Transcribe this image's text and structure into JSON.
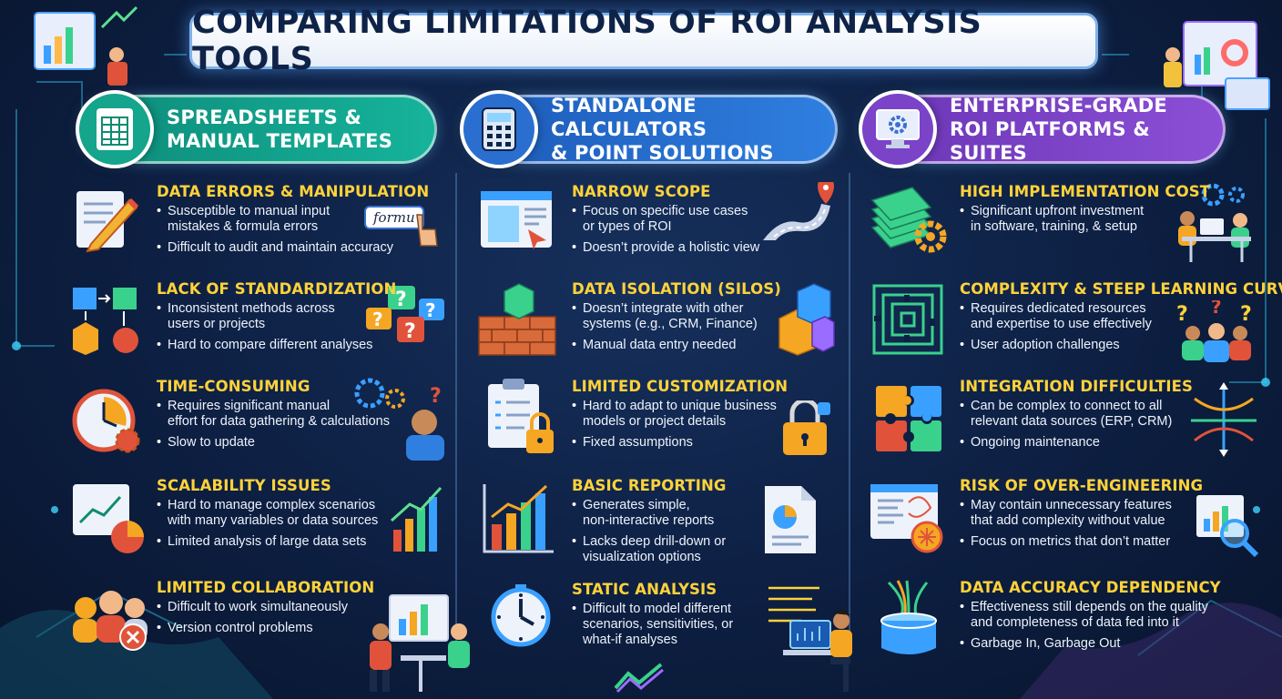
{
  "title": "COMPARING LIMITATIONS OF ROI ANALYSIS TOOLS",
  "columns": [
    {
      "header": "SPREADSHEETS &\nMANUAL TEMPLATES",
      "icon": "spreadsheet-icon",
      "items": [
        {
          "title": "DATA ERRORS & MANIPULATION",
          "bullets": [
            "Susceptible to manual input\nmistakes & formula errors",
            "Difficult to audit and maintain accuracy"
          ]
        },
        {
          "title": "LACK OF STANDARDIZATION",
          "bullets": [
            "Inconsistent methods across\nusers or projects",
            "Hard to compare different analyses"
          ]
        },
        {
          "title": "TIME-CONSUMING",
          "bullets": [
            "Requires significant manual\neffort for data gathering & calculations",
            "Slow to update"
          ]
        },
        {
          "title": "SCALABILITY ISSUES",
          "bullets": [
            "Hard to manage complex scenarios\nwith many variables or data sources",
            "Limited analysis of large data sets"
          ]
        },
        {
          "title": "LIMITED COLLABORATION",
          "bullets": [
            "Difficult to work simultaneously",
            "Version control problems"
          ]
        }
      ]
    },
    {
      "header": "STANDALONE CALCULATORS\n& POINT SOLUTIONS",
      "icon": "calculator-icon",
      "items": [
        {
          "title": "NARROW SCOPE",
          "bullets": [
            "Focus on specific use cases\nor types of ROI",
            "Doesn’t provide a holistic view"
          ]
        },
        {
          "title": "DATA ISOLATION (SILOS)",
          "bullets": [
            "Doesn’t integrate with other\nsystems (e.g., CRM, Finance)",
            "Manual data entry needed"
          ]
        },
        {
          "title": "LIMITED CUSTOMIZATION",
          "bullets": [
            "Hard to adapt to unique business\nmodels or project details",
            "Fixed assumptions"
          ]
        },
        {
          "title": "BASIC REPORTING",
          "bullets": [
            "Generates simple,\nnon-interactive reports",
            "Lacks deep drill-down or\nvisualization options"
          ]
        },
        {
          "title": "STATIC ANALYSIS",
          "bullets": [
            "Difficult to model different\nscenarios, sensitivities, or\nwhat-if analyses"
          ]
        }
      ]
    },
    {
      "header": "ENTERPRISE-GRADE\nROI PLATFORMS & SUITES",
      "icon": "monitor-gear-icon",
      "items": [
        {
          "title": "HIGH IMPLEMENTATION COST",
          "bullets": [
            "Significant upfront investment\nin software, training, & setup"
          ]
        },
        {
          "title": "COMPLEXITY & STEEP LEARNING CURVE",
          "bullets": [
            "Requires dedicated resources\nand expertise to use effectively",
            "User adoption challenges"
          ]
        },
        {
          "title": "INTEGRATION DIFFICULTIES",
          "bullets": [
            "Can be complex to connect to all\nrelevant data sources (ERP, CRM)",
            "Ongoing maintenance"
          ]
        },
        {
          "title": "RISK OF OVER-ENGINEERING",
          "bullets": [
            "May contain unnecessary features\nthat add complexity without value",
            "Focus on metrics that don’t matter"
          ]
        },
        {
          "title": "DATA ACCURACY DEPENDENCY",
          "bullets": [
            "Effectiveness still depends on the quality\nand completeness of data fed into it",
            "Garbage In, Garbage Out"
          ]
        }
      ]
    }
  ],
  "formula_chip": "formu",
  "colors": {
    "accent_title": "#ffd23a",
    "col1": "#16b39a",
    "col2": "#2f7fe0",
    "col3": "#8b4fd6"
  }
}
